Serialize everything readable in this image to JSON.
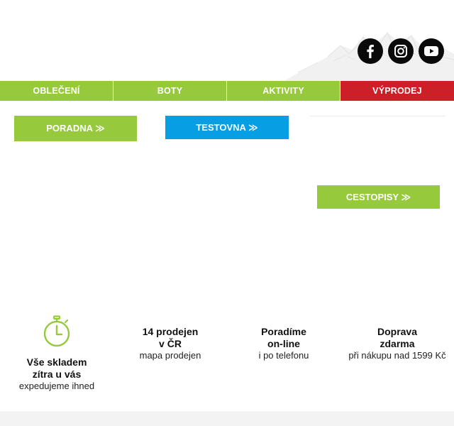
{
  "social": {
    "facebook_icon": "facebook-icon",
    "instagram_icon": "instagram-icon",
    "youtube_icon": "youtube-icon"
  },
  "nav": {
    "items": [
      {
        "label": "OBLEČENÍ"
      },
      {
        "label": "BOTY"
      },
      {
        "label": "AKTIVITY"
      },
      {
        "label": "VÝPRODEJ"
      }
    ]
  },
  "promo": {
    "poradna": "PORADNA ≫",
    "testovna": "TESTOVNA ≫",
    "cestopisy": "CESTOPISY ≫"
  },
  "benefits": [
    {
      "title_1": "Vše skladem",
      "title_2": "zítra u vás",
      "subtitle": "expedujeme ihned",
      "icon": "stopwatch-icon"
    },
    {
      "title_1": "14 prodejen",
      "title_2": "v ČR",
      "subtitle": "mapa prodejen"
    },
    {
      "title_1": "Poradíme",
      "title_2": "on-line",
      "subtitle": "i po telefonu"
    },
    {
      "title_1": "Doprava",
      "title_2": "zdarma",
      "subtitle": "při nákupu nad 1599 Kč"
    }
  ],
  "colors": {
    "nav_green": "#97c93d",
    "sale_red": "#cd1f27",
    "testovna_blue": "#079ee3",
    "icon_green": "#97c93d",
    "social_black": "#0a0a0a"
  }
}
